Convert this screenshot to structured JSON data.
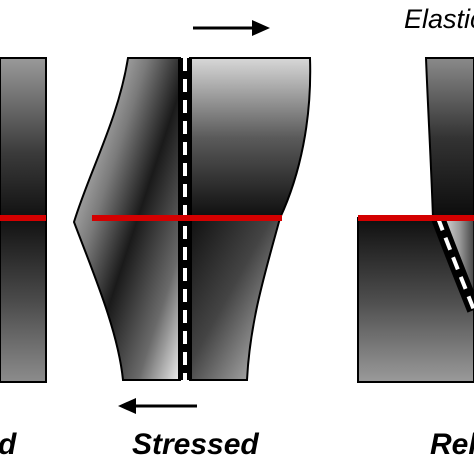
{
  "labels": {
    "left": "d",
    "middle": "Stressed",
    "right": "Rel",
    "top": "Elastic"
  },
  "colors": {
    "fault_line": "#d40000",
    "road_stripe": "#ffffff",
    "outline": "#000000",
    "block_dark": "#111111",
    "block_light": "#f2f2f2"
  },
  "icons": {
    "top_arrow": "arrow-right-icon",
    "bottom_arrow": "arrow-left-icon"
  }
}
